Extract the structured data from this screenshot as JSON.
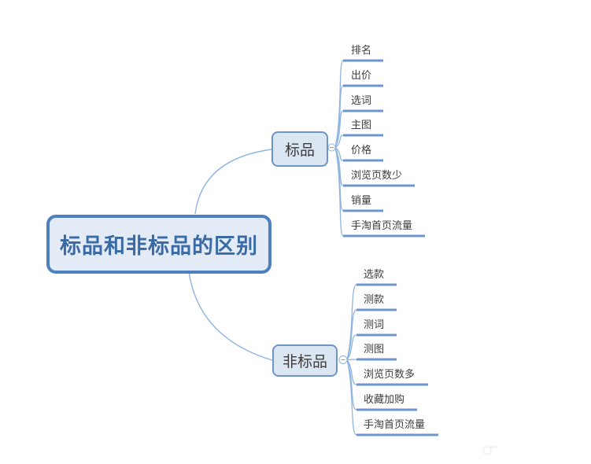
{
  "diagram": {
    "root": {
      "label": "标品和非标品的区别"
    },
    "branches": [
      {
        "label": "标品",
        "collapse_icon": "minus",
        "children": [
          "排名",
          "出价",
          "选词",
          "主图",
          "价格",
          "浏览页数少",
          "销量",
          "手淘首页流量"
        ]
      },
      {
        "label": "非标品",
        "collapse_icon": "minus",
        "children": [
          "选款",
          "测款",
          "测词",
          "测图",
          "浏览页数多",
          "收藏加购",
          "手淘首页流量"
        ]
      }
    ]
  },
  "colors": {
    "background": "#ffffff",
    "root_fill": "#e2ebf6",
    "root_border": "#4e80c0",
    "root_text": "#3a6ba5",
    "node_fill": "#dbe6f3",
    "node_border": "#6d95c9",
    "node_text": "#3d3d3d",
    "child_text": "#3d3d3d",
    "underline": "#6d97cc",
    "connector": "#8fb4e0",
    "collapse_fill": "#ffffff",
    "collapse_border": "#8fb4e0",
    "watermark_gray": "#9a9a9a"
  }
}
